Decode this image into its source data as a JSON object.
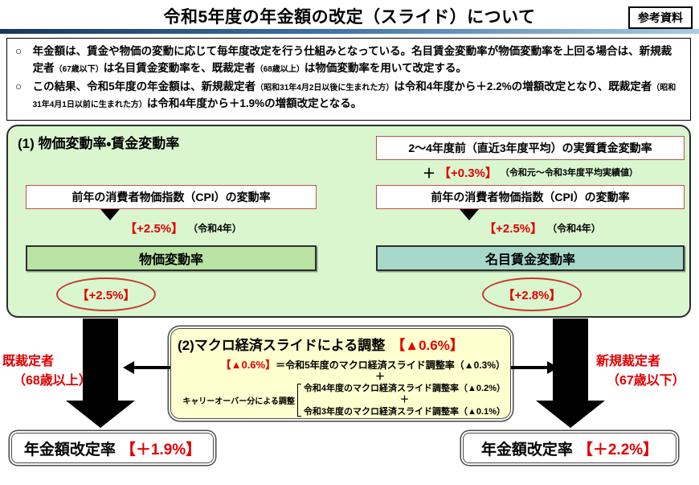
{
  "header": {
    "title": "令和5年度の年金額の改定（スライド）について",
    "ref_label": "参考資料"
  },
  "intro": {
    "bullets": [
      {
        "segments": [
          {
            "text": "○　年金額は、賃金や物価の変動に応じて毎年度改定を行う仕組みとなっている。名目賃金変動率が物価変動率を上回る場合は、新規裁定者",
            "small": false
          },
          {
            "text": "（67歳以下）",
            "small": true
          },
          {
            "text": "は名目賃金変動率を、既裁定者",
            "small": false
          },
          {
            "text": "（68歳以上）",
            "small": true
          },
          {
            "text": "は物価変動率を用いて改定する。",
            "small": false
          }
        ]
      },
      {
        "segments": [
          {
            "text": "○　この結果、令和5年度の年金額は、新規裁定者",
            "small": false
          },
          {
            "text": "（昭和31年4月2日以後に生まれた方）",
            "small": true
          },
          {
            "text": "は令和4年度から＋2.2%の増額改定となり、既裁定者",
            "small": false
          },
          {
            "text": "（昭和31年4月1日以前に生まれた方）",
            "small": true
          },
          {
            "text": "は令和4年度から＋1.9%の増額改定となる。",
            "small": false
          }
        ]
      }
    ]
  },
  "panel1": {
    "heading": "(1) 物価変動率・賃金変動率",
    "real_wage_box": "2～4年度前（直近3年度平均）の実質賃金変動率",
    "real_wage_plus": "＋",
    "real_wage_value": "【+0.3%】",
    "real_wage_note": "（令和元～令和3年度平均実績値）",
    "left": {
      "cpi_box": "前年の消費者物価指数（CPI）の変動率",
      "arrow_value": "【+2.5%】",
      "arrow_note": "（令和4年）",
      "bar_label": "物価変動率",
      "result": "【+2.5%】"
    },
    "right": {
      "cpi_box": "前年の消費者物価指数（CPI）の変動率",
      "arrow_value": "【+2.5%】",
      "arrow_note": "（令和4年）",
      "bar_label": "名目賃金変動率",
      "result": "【+2.8%】"
    }
  },
  "macro_box": {
    "heading": "(2)マクロ経済スライドによる調整",
    "heading_value": "【▲0.6%】",
    "line1_value": "【▲0.6%】",
    "line1_rest": "＝令和5年度のマクロ経済スライド調整率（▲0.3%）",
    "plus1": "＋",
    "carry_label": "キャリーオーバー分による調整",
    "carry_line1": "令和4年度のマクロ経済スライド調整率（▲0.2%）",
    "plus2": "＋",
    "carry_line2": "令和3年度のマクロ経済スライド調整率（▲0.1%）"
  },
  "flows": {
    "left_label_line1": "既裁定者",
    "left_label_line2": "（68歳以上）",
    "right_label_line1": "新規裁定者",
    "right_label_line2": "（67歳以下）"
  },
  "results": {
    "left_label": "年金額改定率",
    "left_value": "【＋1.9%】",
    "right_label": "年金額改定率",
    "right_value": "【＋2.2%】"
  },
  "colors": {
    "accent_red": "#e10000",
    "ellipse_red": "#c63a2f",
    "box_border_red": "#c0504d",
    "panel_green": "#d9f6cf",
    "bar_green": "#b9e3a2",
    "bar_teal": "#a7d9cb",
    "macro_yellow": "#ffffcf",
    "blue_line_dark": "#16375f",
    "blue_line_light": "#a8cce4"
  }
}
